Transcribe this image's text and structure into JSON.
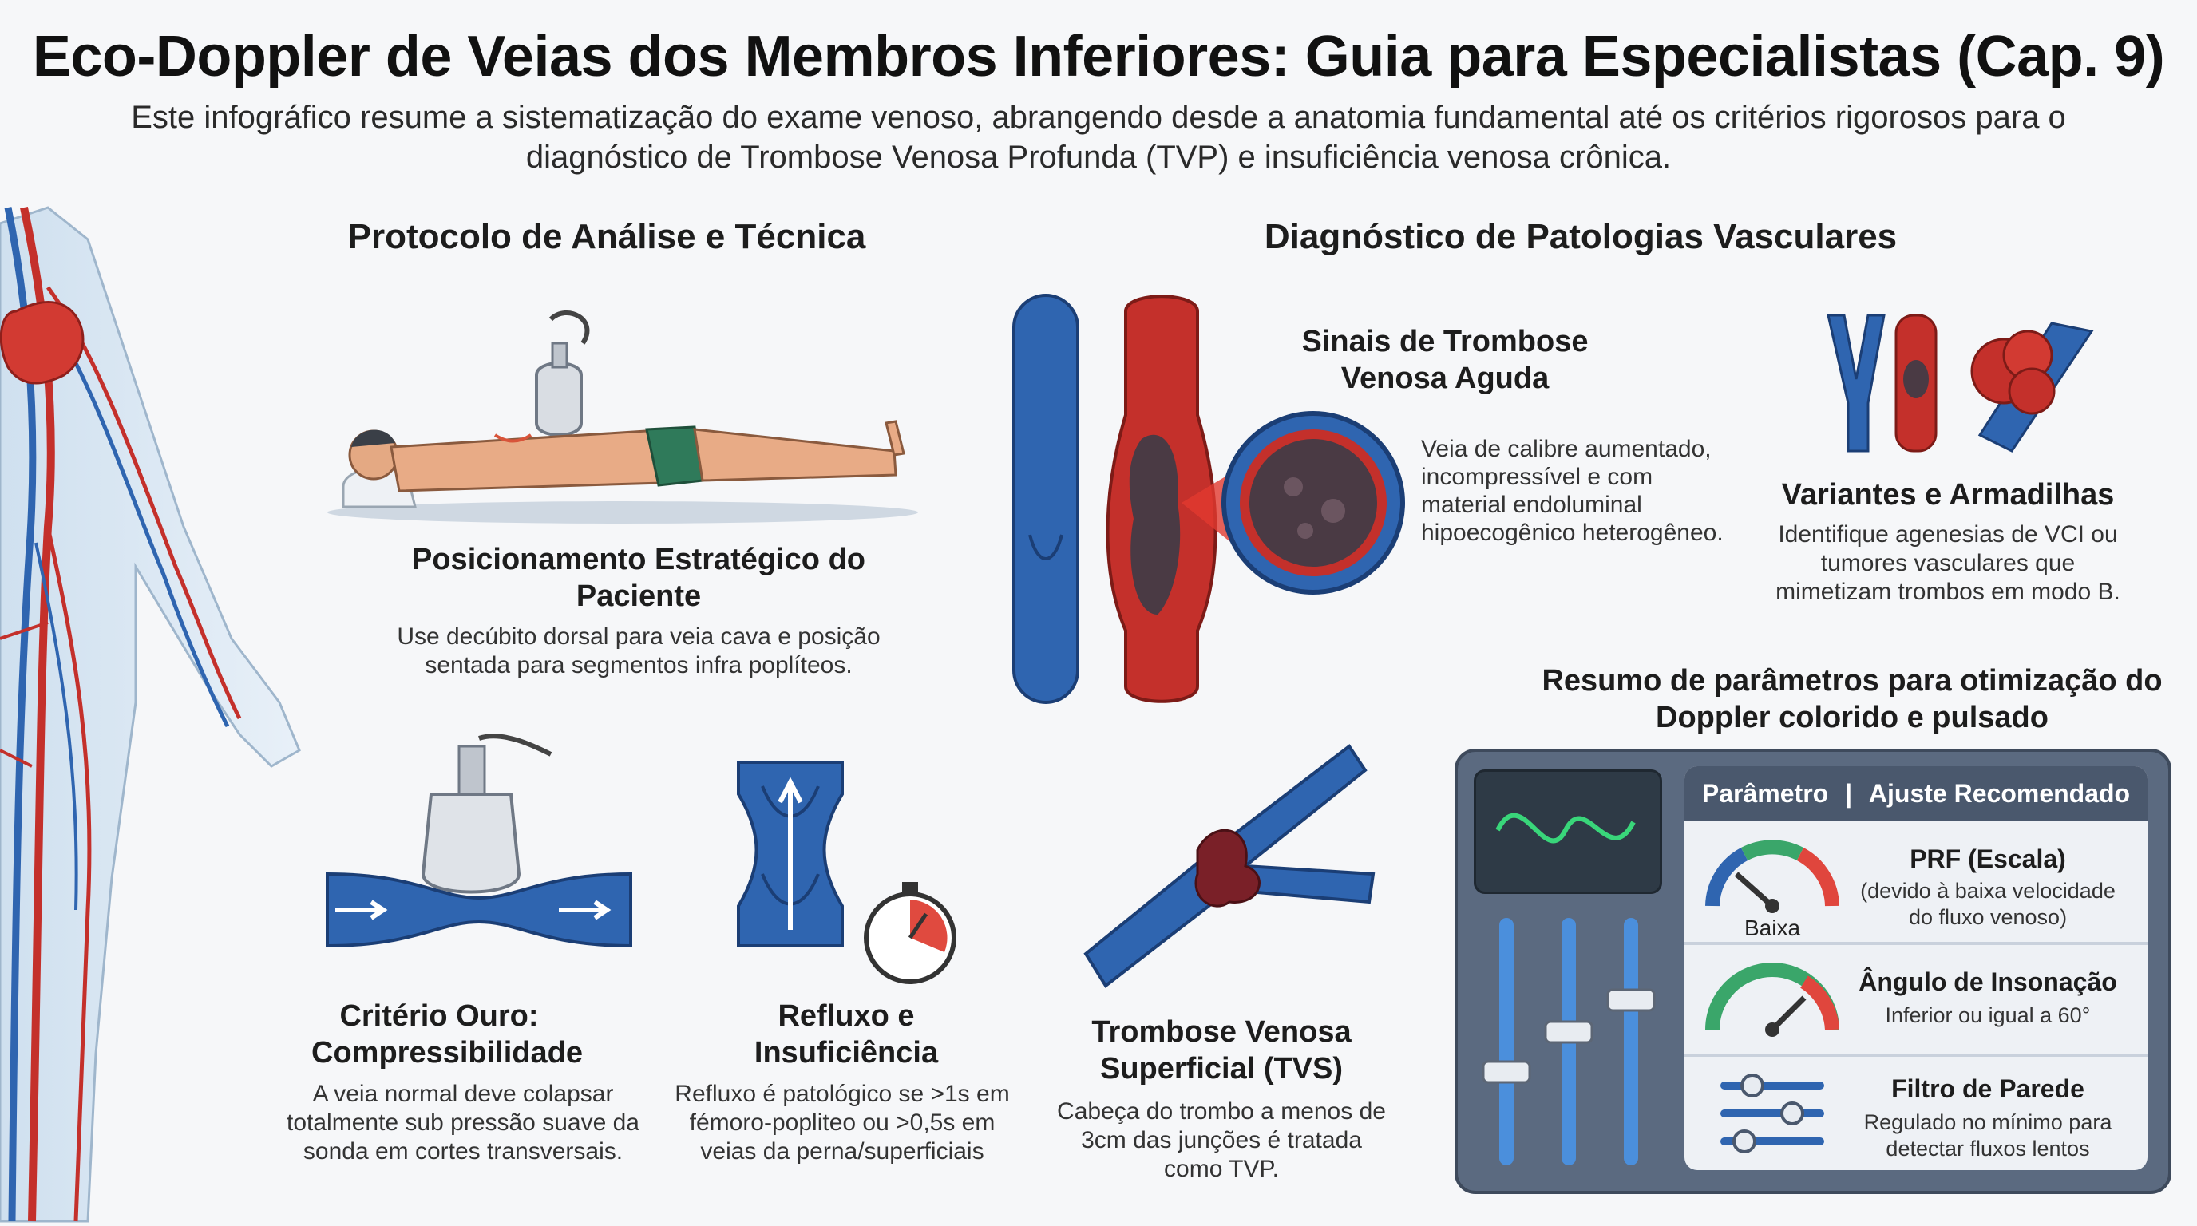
{
  "header": {
    "title": "Eco-Doppler de Veias dos Membros Inferiores: Guia para Especialistas (Cap. 9)",
    "subtitle": "Este infográfico resume a sistematização do exame venoso, abrangendo desde a anatomia fundamental até os critérios rigorosos para o diagnóstico de Trombose Venosa Profunda (TVP) e insuficiência venosa crônica."
  },
  "protocol": {
    "heading": "Protocolo de Análise e Técnica",
    "positioning": {
      "title": "Posicionamento Estratégico do Paciente",
      "text": "Use decúbito dorsal para veia cava e posição sentada para segmentos infra poplíteos."
    },
    "compress": {
      "title": "Critério Ouro: Compressibilidade",
      "text": "A veia normal deve colapsar totalmente sub pressão suave da sonda em cortes transversais."
    },
    "reflux": {
      "title": "Refluxo e Insuficiência",
      "text": "Refluxo é patológico se >1s em fémoro-popliteo ou >0,5s em veias da perna/superficiais"
    }
  },
  "pathology": {
    "heading": "Diagnóstico de Patologias Vasculares",
    "acute": {
      "title": "Sinais de Trombose Venosa Aguda",
      "text": "Veia de calibre aumentado, incompressível e com material endoluminal hipoecogênico heterogêneo."
    },
    "variants": {
      "title": "Variantes e Armadilhas",
      "text": "Identifique agenesias de VCI ou tumores vasculares que mimetizam trombos em modo B."
    },
    "tvs": {
      "title": "Trombose Venosa Superficial (TVS)",
      "text": "Cabeça do trombo a menos de 3cm das junções é tratada como TVP."
    }
  },
  "params": {
    "heading": "Resumo de parâmetros para otimização do Doppler colorido e pulsado",
    "col1": "Parâmetro",
    "sep": "|",
    "col2": "Ajuste Recomendado",
    "rows": [
      {
        "icon": "gauge-low-icon",
        "gauge_label": "Baixa",
        "name": "PRF (Escala)",
        "desc": "(devido à baixa velocidade do fluxo venoso)"
      },
      {
        "icon": "gauge-angle-icon",
        "name": "Ângulo de Insonação",
        "desc": "Inferior ou igual a 60°"
      },
      {
        "icon": "sliders-icon",
        "name": "Filtro de Parede",
        "desc": "Regulado no mínimo para detectar fluxos lentos"
      }
    ]
  },
  "colors": {
    "vein_blue": "#2f65b0",
    "artery_red": "#c4302b",
    "panel_bg": "#5b6a80",
    "panel_head": "#4a586d"
  }
}
